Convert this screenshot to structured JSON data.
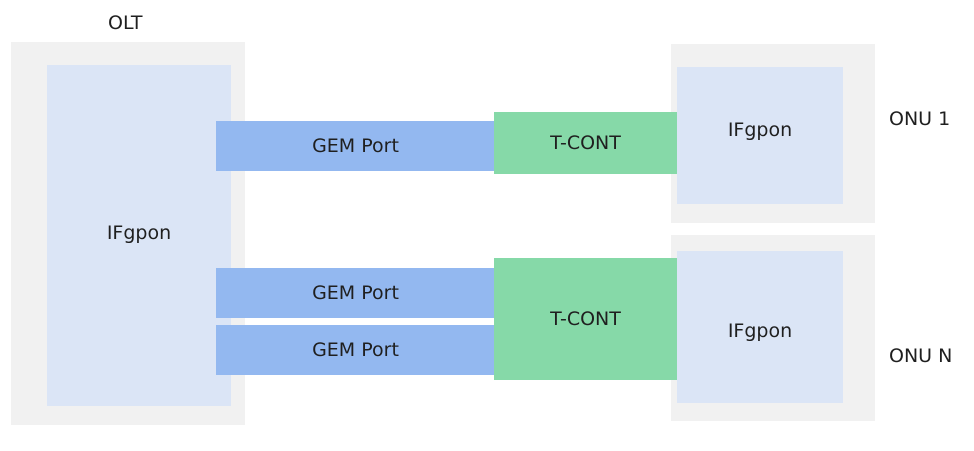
{
  "olt": {
    "title": "OLT",
    "interface_label": "IFgpon"
  },
  "onu1": {
    "title": "ONU 1",
    "interface_label": "IFgpon",
    "tcont_label": "T-CONT",
    "gem_ports": [
      "GEM Port"
    ]
  },
  "onuN": {
    "title": "ONU N",
    "interface_label": "IFgpon",
    "tcont_label": "T-CONT",
    "gem_ports": [
      "GEM Port",
      "GEM Port"
    ]
  },
  "colors": {
    "outer_box": "#f1f1f1",
    "interface_box": "#dbe5f6",
    "gem_port": "#93b8f0",
    "tcont": "#86d9a8",
    "text": "#1f1f1f"
  }
}
